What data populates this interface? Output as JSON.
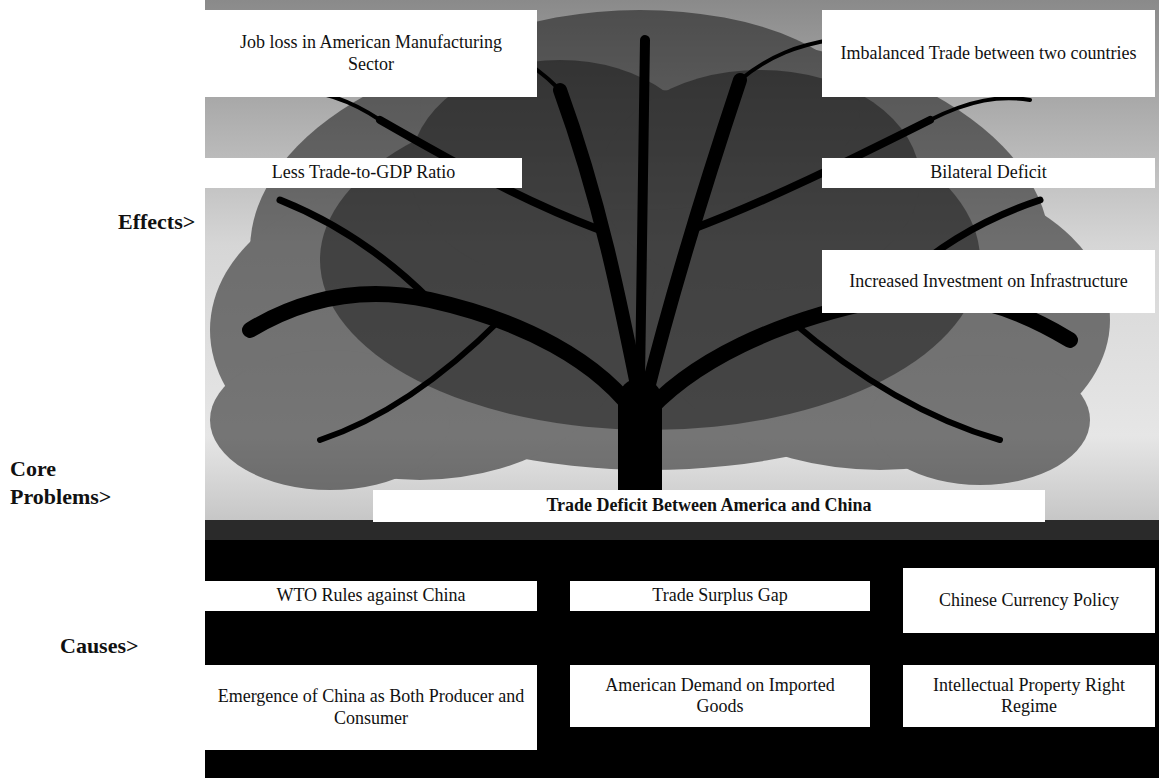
{
  "diagram": {
    "nodes": [
      {
        "text": [
          "Job loss in American Manufacturing Sector"
        ]
      },
      {
        "text": [
          "Imbalanced Trade between two countries"
        ]
      },
      {
        "text": [
          "Less Trade-to-GDP Ratio"
        ]
      },
      {
        "text": [
          "Bilateral Deficit"
        ]
      },
      {
        "text": [
          "Increased Investment on Infrastructure"
        ]
      },
      {
        "text": [
          "Trade Deficit Between America and China"
        ]
      },
      {
        "text": [
          "WTO Rules against China"
        ]
      },
      {
        "text": [
          "Trade Surplus Gap"
        ]
      },
      {
        "text": [
          "Chinese Currency Policy"
        ]
      },
      {
        "text": [
          "Emergence of China as Both Producer and Consumer"
        ]
      },
      {
        "text": [
          "American Demand on Imported Goods"
        ]
      },
      {
        "text": [
          "Intellectual Property Right Regime"
        ]
      }
    ],
    "labels": [
      "Effects>",
      "Core Problems>",
      "Causes>"
    ]
  }
}
